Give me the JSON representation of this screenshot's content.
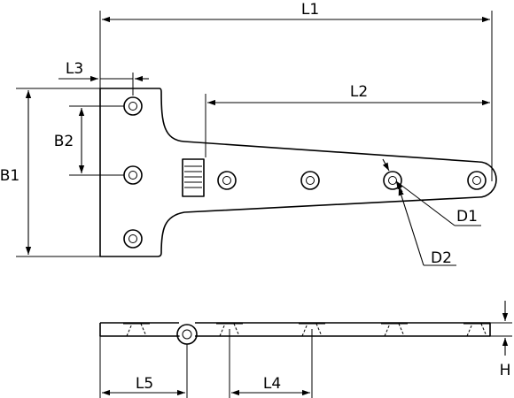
{
  "labels": {
    "L1": "L1",
    "L2": "L2",
    "L3": "L3",
    "B1": "B1",
    "B2": "B2",
    "D1": "D1",
    "D2": "D2",
    "L4": "L4",
    "L5": "L5",
    "H": "H"
  }
}
